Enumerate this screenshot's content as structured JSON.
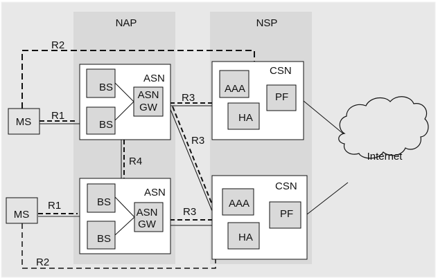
{
  "domains": {
    "nap": {
      "label": "NAP"
    },
    "nsp": {
      "label": "NSP"
    }
  },
  "nodes": {
    "ms_top": {
      "label": "MS"
    },
    "ms_bottom": {
      "label": "MS"
    },
    "asn_top": {
      "label": "ASN",
      "bs1": "BS",
      "bs2": "BS",
      "gw_line1": "ASN",
      "gw_line2": "GW"
    },
    "asn_bottom": {
      "label": "ASN",
      "bs1": "BS",
      "bs2": "BS",
      "gw_line1": "ASN",
      "gw_line2": "GW"
    },
    "csn_top": {
      "label": "CSN",
      "aaa": "AAA",
      "ha": "HA",
      "pf": "PF"
    },
    "csn_bottom": {
      "label": "CSN",
      "aaa": "AAA",
      "ha": "HA",
      "pf": "PF"
    },
    "internet": {
      "label": "Internet"
    }
  },
  "reference_points": {
    "r1_top": "R1",
    "r1_bottom": "R1",
    "r2_top": "R2",
    "r2_bottom": "R2",
    "r3_top": "R3",
    "r3_diag": "R3",
    "r3_bottom": "R3",
    "r4": "R4"
  },
  "colors": {
    "background": "#e8e8e8",
    "domain_fill": "#d8d8d8",
    "box_fill": "#ffffff",
    "inner_fill": "#d9d9d9",
    "line": "#111111"
  }
}
